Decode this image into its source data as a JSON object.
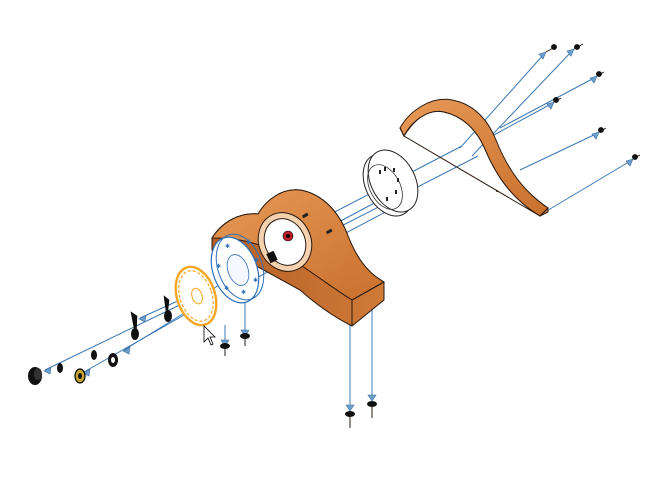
{
  "scene": {
    "view": "exploded-assembly",
    "colors": {
      "background": "#ffffff",
      "wood": "#d9823f",
      "wood_shadow": "#b5652a",
      "wood_edge": "#2a1a10",
      "explode_line": "#3b78b5",
      "arrowhead": "#6a9fd0",
      "selection_highlight": "#f5a623",
      "dial_blue": "#2f6fb6",
      "hardware": "#111111",
      "brass": "#c8a82a",
      "accent_red": "#c0202a"
    },
    "selected_part": "dial-ring",
    "cursor": "arrow-pointer"
  },
  "parts": [
    {
      "id": "clock-back-panel",
      "material": "wood"
    },
    {
      "id": "clock-body",
      "material": "wood"
    },
    {
      "id": "movement-cage",
      "material": "white-plastic"
    },
    {
      "id": "clock-dial-face",
      "material": "white-plastic"
    },
    {
      "id": "dial-ring",
      "material": "white-plastic",
      "selected": true
    },
    {
      "id": "clock-hands",
      "material": "metal"
    },
    {
      "id": "front-hardware",
      "material": "metal"
    },
    {
      "id": "screws",
      "material": "metal"
    },
    {
      "id": "feet",
      "material": "metal"
    }
  ]
}
